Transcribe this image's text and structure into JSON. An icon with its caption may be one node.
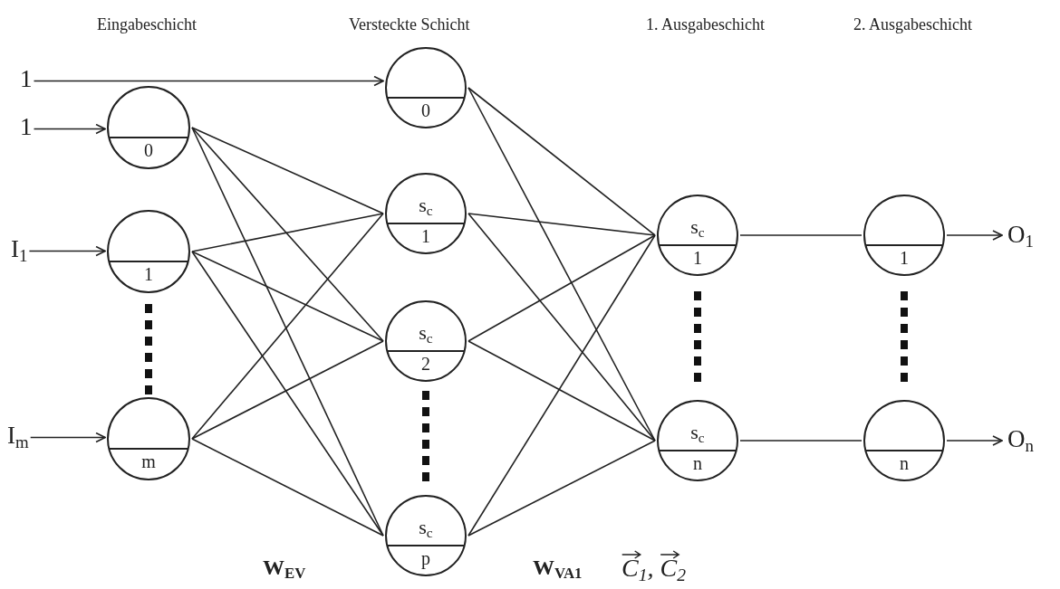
{
  "diagram": {
    "nodes": [
      {
        "text": [
          "1"
        ]
      },
      {
        "text": [
          "1"
        ]
      },
      {
        "text": [
          "I$_{1}$"
        ]
      },
      {
        "text": [
          "I$_{m}$"
        ]
      },
      {
        "text": [
          "0"
        ]
      },
      {
        "text": [
          "1"
        ]
      },
      {
        "text": [
          "m"
        ]
      },
      {
        "text": [
          "0"
        ]
      },
      {
        "text": [
          "s$_{c}$",
          "1"
        ]
      },
      {
        "text": [
          "s$_{c}$",
          "2"
        ]
      },
      {
        "text": [
          "s$_{c}$",
          "p"
        ]
      },
      {
        "text": [
          "s$_{c}$",
          "1"
        ]
      },
      {
        "text": [
          "s$_{c}$",
          "n"
        ]
      },
      {
        "text": [
          "1"
        ]
      },
      {
        "text": [
          "n"
        ]
      },
      {
        "text": [
          "O$_{1}$"
        ]
      },
      {
        "text": [
          "O$_{n}$"
        ]
      }
    ],
    "edges": [
      {
        "from": 0,
        "to": 7,
        "arrow": "to"
      },
      {
        "from": 1,
        "to": 4,
        "arrow": "to"
      },
      {
        "from": 2,
        "to": 5,
        "arrow": "to"
      },
      {
        "from": 3,
        "to": 6,
        "arrow": "to"
      },
      {
        "from": 4,
        "to": 8,
        "arrow": "none"
      },
      {
        "from": 4,
        "to": 9,
        "arrow": "none"
      },
      {
        "from": 4,
        "to": 10,
        "arrow": "none"
      },
      {
        "from": 5,
        "to": 8,
        "arrow": "none"
      },
      {
        "from": 5,
        "to": 9,
        "arrow": "none"
      },
      {
        "from": 5,
        "to": 10,
        "arrow": "none"
      },
      {
        "from": 6,
        "to": 8,
        "arrow": "none"
      },
      {
        "from": 6,
        "to": 9,
        "arrow": "none"
      },
      {
        "from": 6,
        "to": 10,
        "arrow": "none"
      },
      {
        "from": 7,
        "to": 11,
        "arrow": "none"
      },
      {
        "from": 7,
        "to": 12,
        "arrow": "none"
      },
      {
        "from": 8,
        "to": 11,
        "arrow": "none"
      },
      {
        "from": 8,
        "to": 12,
        "arrow": "none"
      },
      {
        "from": 9,
        "to": 11,
        "arrow": "none"
      },
      {
        "from": 9,
        "to": 12,
        "arrow": "none"
      },
      {
        "from": 10,
        "to": 11,
        "arrow": "none"
      },
      {
        "from": 10,
        "to": 12,
        "arrow": "none"
      },
      {
        "from": 11,
        "to": 13,
        "arrow": "none"
      },
      {
        "from": 12,
        "to": 14,
        "arrow": "none"
      },
      {
        "from": 13,
        "to": 15,
        "arrow": "to"
      },
      {
        "from": 14,
        "to": 16,
        "arrow": "to"
      }
    ],
    "labels": [
      "Eingabeschicht",
      "Versteckte Schicht",
      "1. Ausgabeschicht",
      "2. Ausgabeschicht",
      "W$_{EV}$",
      "W$_{VA1}$",
      "C$_{1}$, C$_{2}$"
    ]
  }
}
